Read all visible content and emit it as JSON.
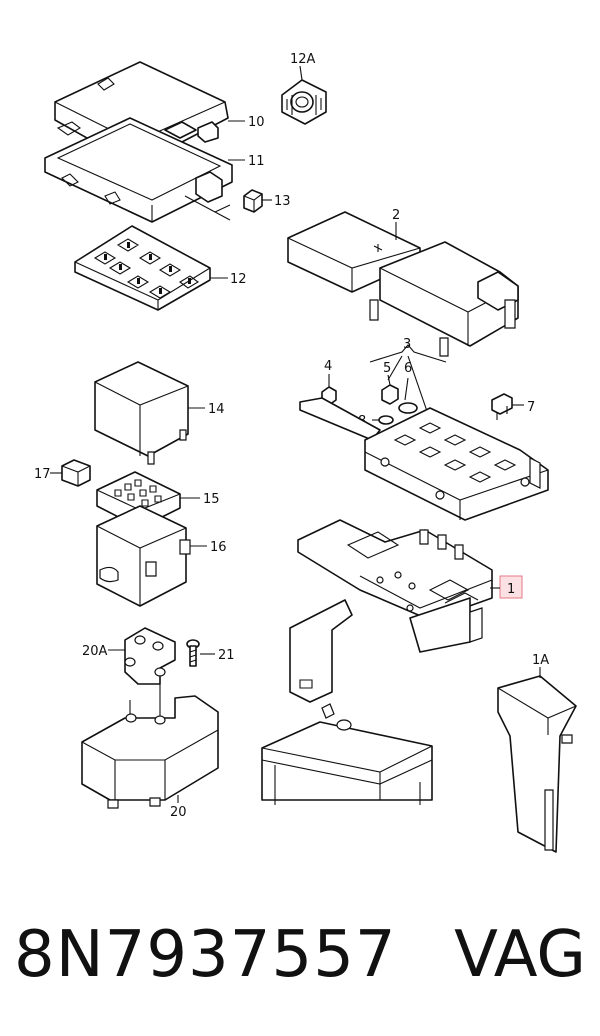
{
  "labels": {
    "l12a": "12A",
    "l10": "10",
    "l11": "11",
    "l13": "13",
    "l12": "12",
    "l2": "2",
    "l3": "3",
    "l4": "4",
    "l5": "5",
    "l6": "6",
    "l7": "7",
    "l8": "8",
    "l14": "14",
    "l17": "17",
    "l15": "15",
    "l16": "16",
    "l1": "1",
    "l20a": "20A",
    "l21": "21",
    "l20": "20",
    "l1a": "1A"
  },
  "caption": {
    "part_number": "8N7937557",
    "brand": "VAG"
  },
  "colors": {
    "ink": "#111111",
    "highlight_fill": "#fbe1e3",
    "highlight_border": "#e47b86"
  }
}
